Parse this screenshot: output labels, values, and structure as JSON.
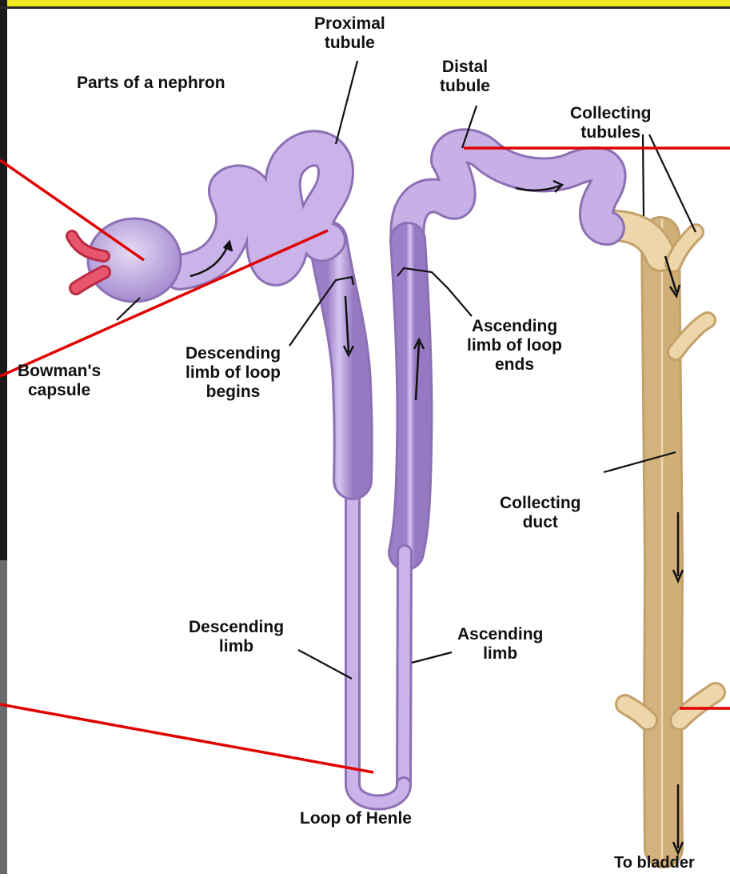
{
  "diagram": {
    "title": "Parts of a nephron",
    "labels": {
      "proximal_tubule": [
        "Proximal",
        "tubule"
      ],
      "distal_tubule": [
        "Distal",
        "tubule"
      ],
      "collecting_tubules": [
        "Collecting",
        "tubules"
      ],
      "bowmans_capsule": [
        "Bowman's",
        "capsule"
      ],
      "descending_limb_of_loop_begins": [
        "Descending",
        "limb of loop",
        "begins"
      ],
      "ascending_limb_of_loop_ends": [
        "Ascending",
        "limb of loop",
        "ends"
      ],
      "collecting_duct": [
        "Collecting",
        "duct"
      ],
      "descending_limb": [
        "Descending",
        "limb"
      ],
      "ascending_limb": [
        "Ascending",
        "limb"
      ],
      "loop_of_henle": "Loop of Henle",
      "to_bladder": "To bladder"
    }
  },
  "colors": {
    "frame_border": "#f1e81e",
    "background": "#ffffff",
    "tubule_fill": "#b99ddc",
    "tubule_outline": "#8d70b4",
    "duct_fill": "#ebd3a3",
    "duct_outline": "#c9a772",
    "vessel": "#e23d56",
    "pointer_line": "#e00000",
    "text": "#111111"
  }
}
